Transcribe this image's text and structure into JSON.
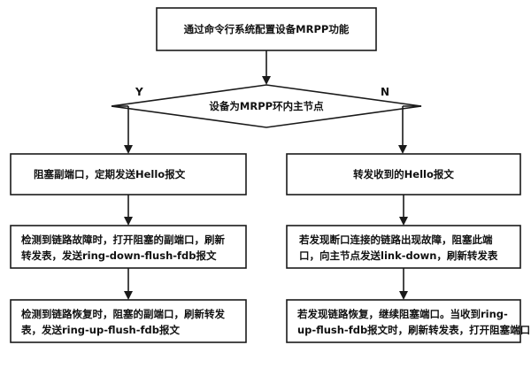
{
  "flowchart": {
    "start": "通过命令行系统配置设备MRPP功能",
    "decision": "设备为MRPP环内主节点",
    "yes_label": "Y",
    "no_label": "N",
    "left_1": "阻塞副端口，定期发送Hello报文",
    "left_2_line1": "检测到链路故障时，打开阻塞的副端口，刷新",
    "left_2_line2": "转发表，发送ring-down-flush-fdb报文",
    "left_3_line1": "检测到链路恢复时，阻塞的副端口，刷新转发",
    "left_3_line2": "表，发送ring-up-flush-fdb报文",
    "right_1": "转发收到的Hello报文",
    "right_2_line1": "若发现断口连接的链路出现故障，阻塞此端",
    "right_2_line2": "口，向主节点发送link-down，刷新转发表",
    "right_3_line1": "若发现链路恢复，继续阻塞端口。当收到ring-",
    "right_3_line2": "up-flush-fdb报文时，刷新转发表，打开阻塞端口"
  }
}
